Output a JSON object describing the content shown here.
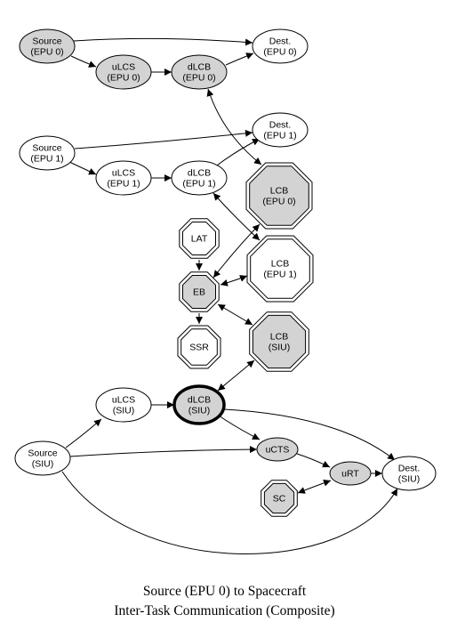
{
  "colors": {
    "gray_fill": "#d3d3d3",
    "white_fill": "#ffffff",
    "stroke": "#000000"
  },
  "nodes": {
    "source_epu0": [
      "Source",
      "(EPU 0)"
    ],
    "dest_epu0": [
      "Dest.",
      "(EPU 0)"
    ],
    "ulcs_epu0": [
      "uLCS",
      "(EPU 0)"
    ],
    "dlcb_epu0": [
      "dLCB",
      "(EPU 0)"
    ],
    "source_epu1": [
      "Source",
      "(EPU 1)"
    ],
    "dest_epu1": [
      "Dest.",
      "(EPU 1)"
    ],
    "ulcs_epu1": [
      "uLCS",
      "(EPU 1)"
    ],
    "dlcb_epu1": [
      "dLCB",
      "(EPU 1)"
    ],
    "lcb_epu0": [
      "LCB",
      "(EPU 0)"
    ],
    "lcb_epu1": [
      "LCB",
      "(EPU 1)"
    ],
    "lat": [
      "LAT"
    ],
    "eb": [
      "EB"
    ],
    "ssr": [
      "SSR"
    ],
    "lcb_siu": [
      "LCB",
      "(SIU)"
    ],
    "ulcs_siu": [
      "uLCS",
      "(SIU)"
    ],
    "dlcb_siu": [
      "dLCB",
      "(SIU)"
    ],
    "source_siu": [
      "Source",
      "(SIU)"
    ],
    "ucts": [
      "uCTS"
    ],
    "urt": [
      "uRT"
    ],
    "dest_siu": [
      "Dest.",
      "(SIU)"
    ],
    "sc": [
      "SC"
    ]
  },
  "edges": [
    {
      "from": "source_epu0",
      "to": "dest_epu0",
      "dir": "forward"
    },
    {
      "from": "source_epu0",
      "to": "ulcs_epu0",
      "dir": "forward"
    },
    {
      "from": "ulcs_epu0",
      "to": "dlcb_epu0",
      "dir": "forward"
    },
    {
      "from": "dlcb_epu0",
      "to": "dest_epu0",
      "dir": "forward"
    },
    {
      "from": "dlcb_epu0",
      "to": "lcb_epu0",
      "dir": "both"
    },
    {
      "from": "source_epu1",
      "to": "dest_epu1",
      "dir": "forward"
    },
    {
      "from": "source_epu1",
      "to": "ulcs_epu1",
      "dir": "forward"
    },
    {
      "from": "ulcs_epu1",
      "to": "dlcb_epu1",
      "dir": "forward"
    },
    {
      "from": "dlcb_epu1",
      "to": "dest_epu1",
      "dir": "forward"
    },
    {
      "from": "dlcb_epu1",
      "to": "lcb_epu1",
      "dir": "both"
    },
    {
      "from": "lat",
      "to": "eb",
      "dir": "forward"
    },
    {
      "from": "eb",
      "to": "lcb_epu0",
      "dir": "both"
    },
    {
      "from": "eb",
      "to": "lcb_epu1",
      "dir": "both"
    },
    {
      "from": "eb",
      "to": "ssr",
      "dir": "forward"
    },
    {
      "from": "eb",
      "to": "lcb_siu",
      "dir": "both"
    },
    {
      "from": "dlcb_siu",
      "to": "lcb_siu",
      "dir": "both"
    },
    {
      "from": "ulcs_siu",
      "to": "dlcb_siu",
      "dir": "forward"
    },
    {
      "from": "source_siu",
      "to": "ulcs_siu",
      "dir": "forward"
    },
    {
      "from": "source_siu",
      "to": "ucts",
      "dir": "forward"
    },
    {
      "from": "source_siu",
      "to": "dest_siu",
      "dir": "forward"
    },
    {
      "from": "dlcb_siu",
      "to": "ucts",
      "dir": "forward"
    },
    {
      "from": "dlcb_siu",
      "to": "dest_siu",
      "dir": "forward"
    },
    {
      "from": "ucts",
      "to": "urt",
      "dir": "forward"
    },
    {
      "from": "urt",
      "to": "dest_siu",
      "dir": "forward"
    },
    {
      "from": "sc",
      "to": "urt",
      "dir": "both"
    }
  ],
  "caption": {
    "line1": "Source (EPU 0) to Spacecraft",
    "line2": "Inter-Task Communication (Composite)"
  }
}
